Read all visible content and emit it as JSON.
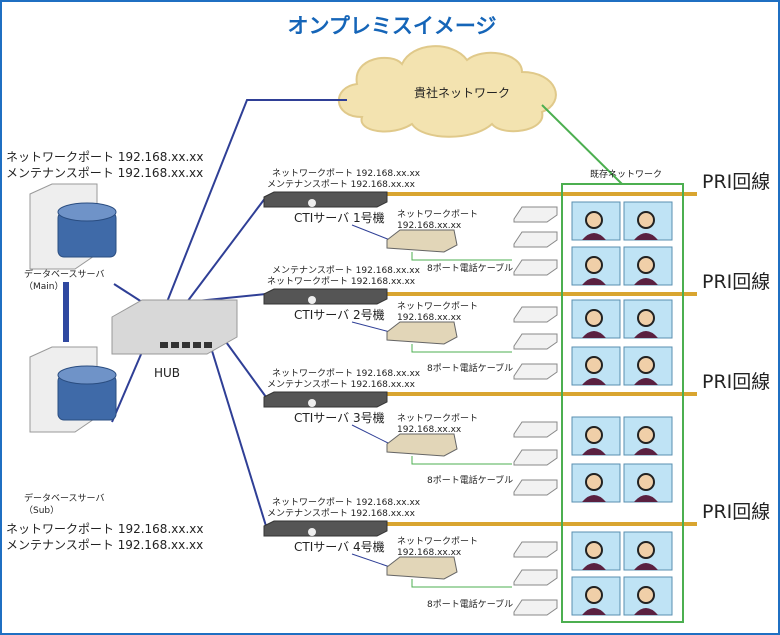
{
  "title": "オンプレミスイメージ",
  "cloud_label": "貴社ネットワーク",
  "existing_network": "既存ネットワーク",
  "pri_label": "PRI回線",
  "hub_label": "HUB",
  "db_main": {
    "ports": [
      "ネットワークポート 192.168.xx.xx",
      "メンテナンスポート 192.168.xx.xx"
    ],
    "name": "データベースサーバ",
    "sub": "（Main）"
  },
  "db_sub": {
    "ports": [
      "ネットワークポート 192.168.xx.xx",
      "メンテナンスポート 192.168.xx.xx"
    ],
    "name": "データベースサーバ",
    "sub": "（Sub）"
  },
  "groups": [
    {
      "ports": [
        "ネットワークポート 192.168.xx.xx",
        "メンテナンスポート 192.168.xx.xx"
      ],
      "name": "CTIサーバ 1号機",
      "modem": [
        "ネットワークポート",
        "192.168.xx.xx"
      ],
      "cable": "8ポート電話ケーブル"
    },
    {
      "ports": [
        "メンテナンスポート 192.168.xx.xx",
        "ネットワークポート 192.168.xx.xx"
      ],
      "name": "CTIサーバ 2号機",
      "modem": [
        "ネットワークポート",
        "192.168.xx.xx"
      ],
      "cable": "8ポート電話ケーブル"
    },
    {
      "ports": [
        "ネットワークポート 192.168.xx.xx",
        "メンテナンスポート 192.168.xx.xx"
      ],
      "name": "CTIサーバ 3号機",
      "modem": [
        "ネットワークポート",
        "192.168.xx.xx"
      ],
      "cable": "8ポート電話ケーブル"
    },
    {
      "ports": [
        "ネットワークポート 192.168.xx.xx",
        "メンテナンスポート 192.168.xx.xx"
      ],
      "name": "CTIサーバ 4号機",
      "modem": [
        "ネットワークポート",
        "192.168.xx.xx"
      ],
      "cable": "8ポート電話ケーブル"
    }
  ],
  "colors": {
    "frame": "#1f6fc2",
    "title": "#1565b8",
    "pri_line": "#d9a530",
    "network_line": "#2f3f96",
    "existing_line": "#4caf50",
    "cloud": "#f3e3b0"
  }
}
